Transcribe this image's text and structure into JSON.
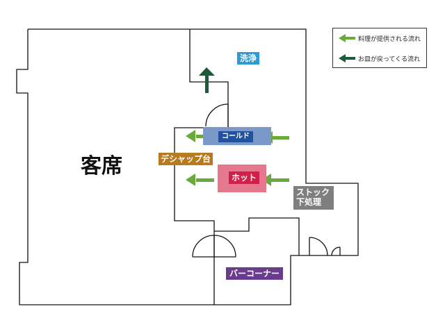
{
  "legend": {
    "served_label": "料理が提供される流れ",
    "served_color": "#6aaa3c",
    "return_label": "お皿が戻ってくる流れ",
    "return_color": "#1e5a3a"
  },
  "rooms": {
    "seating": "客席",
    "washing": "洗浄",
    "cold": "コールド",
    "dishup": "デシャップ台",
    "hot": "ホット",
    "stock": "ストック\n下処理",
    "bar": "バーコーナー"
  },
  "colors": {
    "washing": "#2f9ad4",
    "cold_box": "#7a98c8",
    "cold_label": "#2152a0",
    "dishup": "#b87a1e",
    "hot_box": "#e5788f",
    "hot_label": "#d02048",
    "stock": "#7f7f7f",
    "bar": "#6a3c8e",
    "wall": "#111111"
  }
}
